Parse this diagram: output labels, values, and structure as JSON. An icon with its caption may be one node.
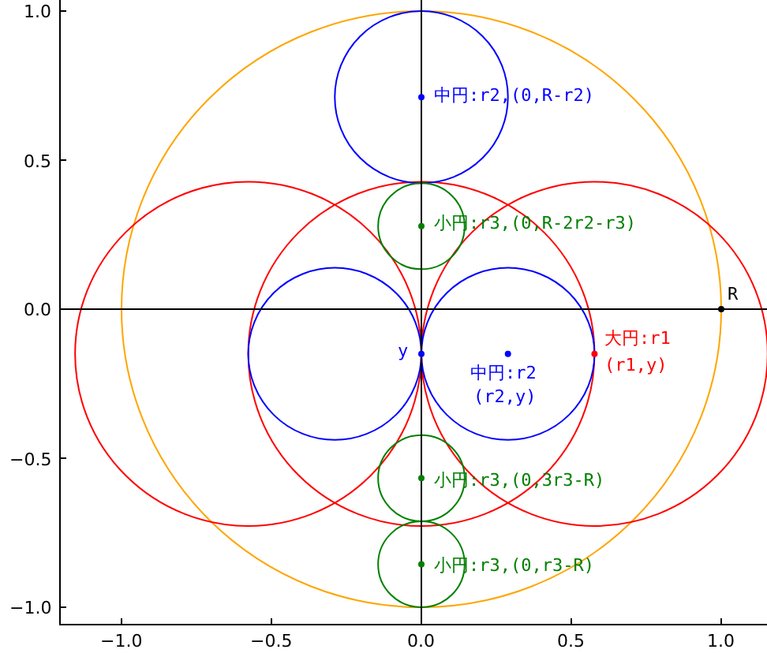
{
  "diagram": {
    "labels": [
      "1.0",
      "0.5",
      "0.0",
      "−0.5",
      "−1.0",
      "中円:r2,(0,R-r2)",
      "小円:r3,(0,R-2r2-r3)",
      "R",
      "大円:r1",
      "(r1,y)",
      "y",
      "中円:r2",
      "(r2,y)",
      "小円:r3,(0,3r3-R)",
      "小円:r3,(0,r3-R)",
      "−1.0",
      "−0.5",
      "0.0",
      "0.5",
      "1.0"
    ]
  }
}
